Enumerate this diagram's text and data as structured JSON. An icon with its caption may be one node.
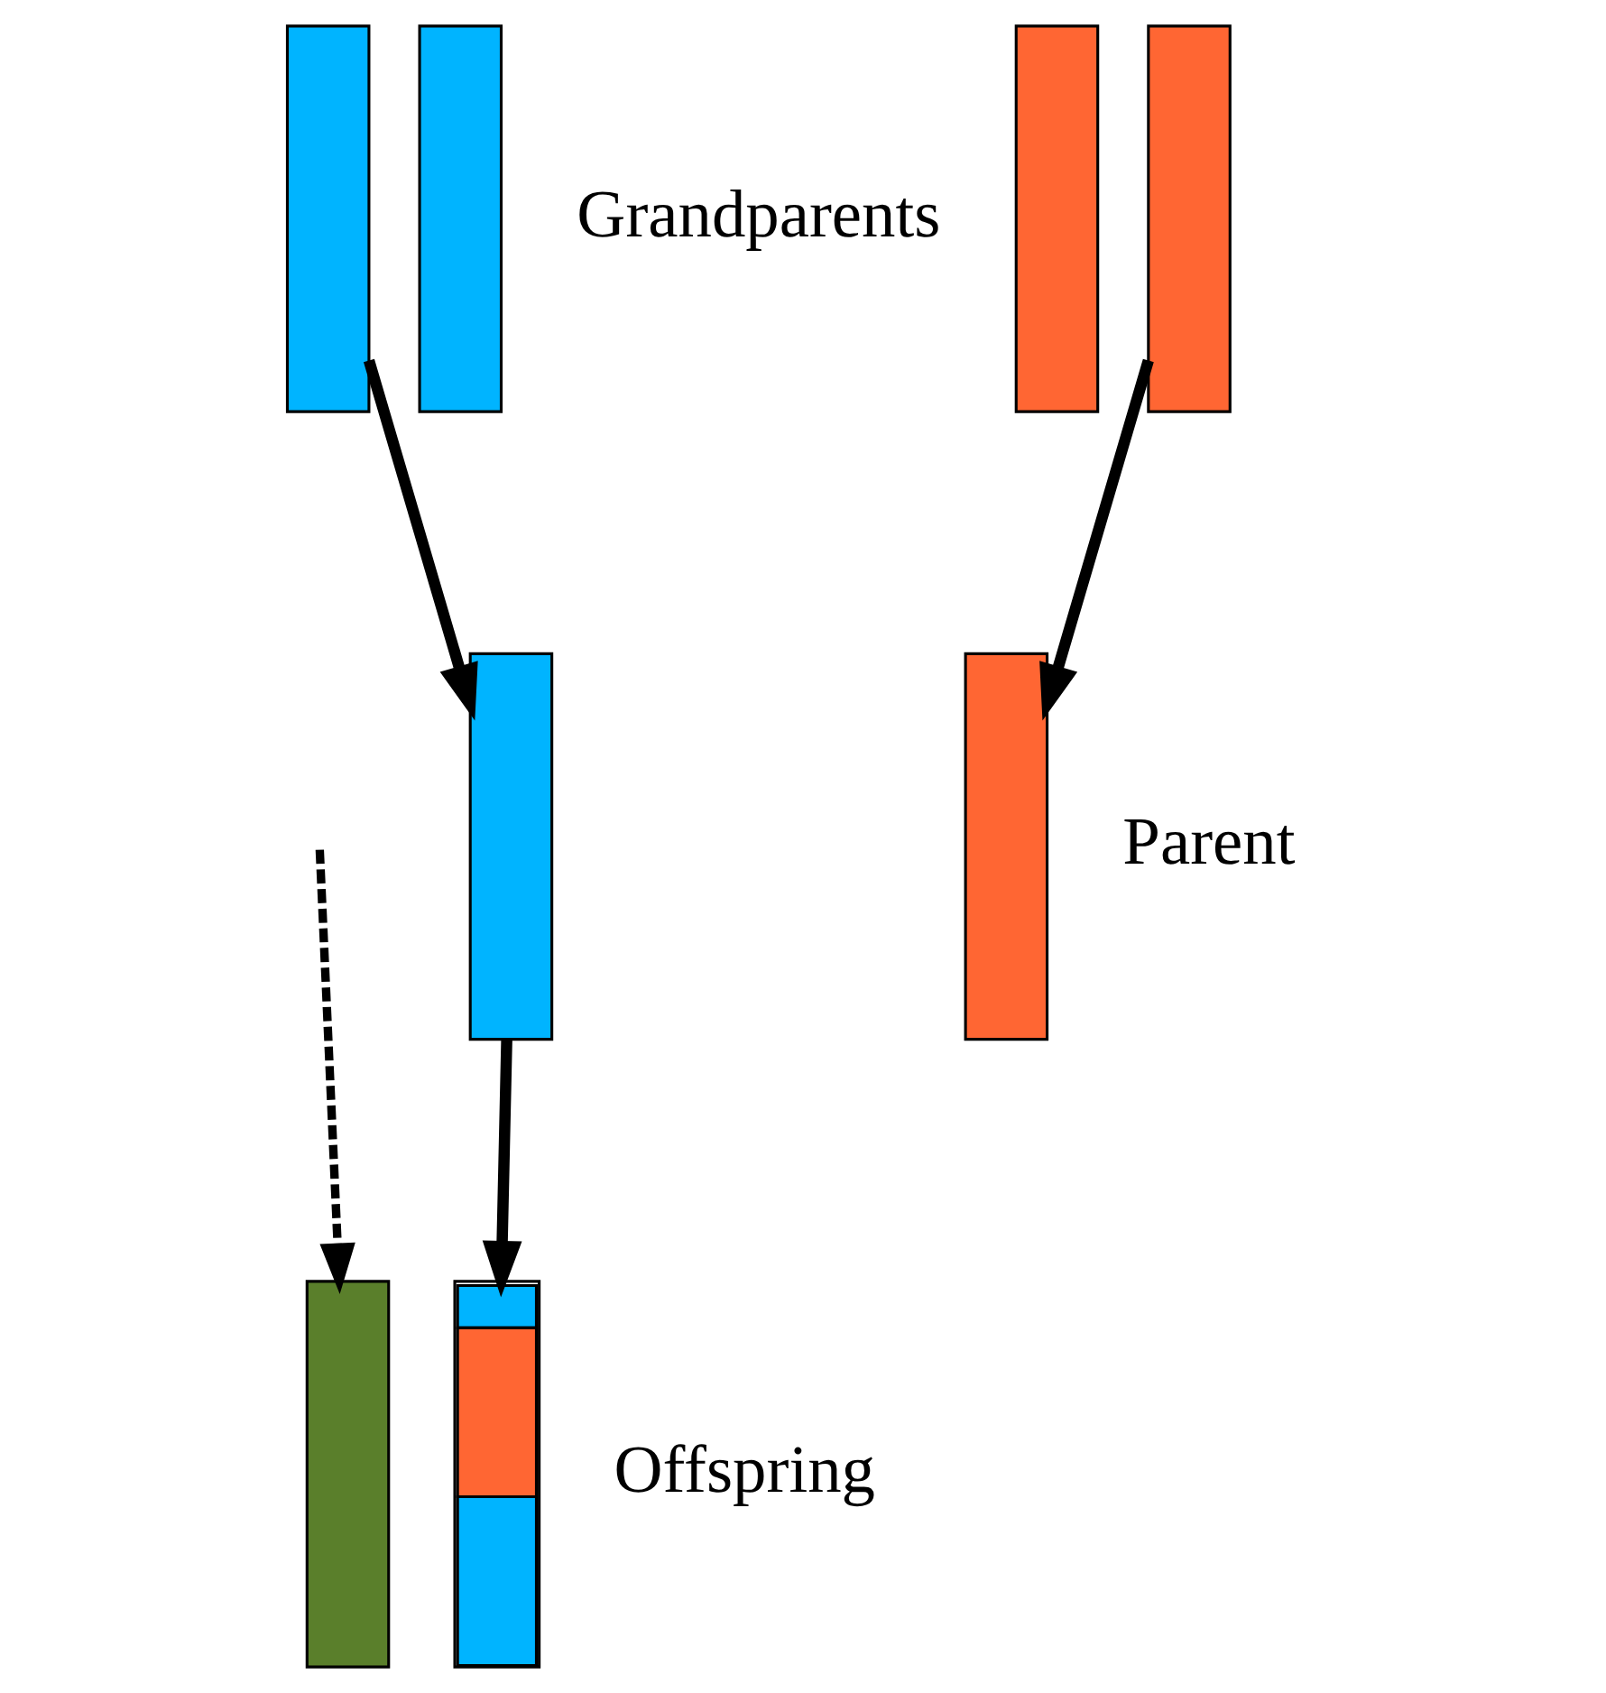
{
  "diagram": {
    "nodes": [
      {
        "text": [],
        "shape": "bar"
      },
      {
        "text": [],
        "shape": "bar"
      },
      {
        "text": [],
        "shape": "bar"
      },
      {
        "text": [],
        "shape": "bar"
      },
      {
        "text": [],
        "shape": "bar"
      },
      {
        "text": [],
        "shape": "bar",
        "beside": [
          "Parent"
        ]
      },
      {
        "text": [],
        "shape": "bar"
      },
      {
        "text": [],
        "shape": "bar",
        "beside": [
          "Offspring"
        ]
      }
    ],
    "edges": [
      {
        "from": 0,
        "to": 4,
        "arrow": "to"
      },
      {
        "from": 3,
        "to": 5,
        "arrow": "to"
      },
      {
        "from": 4,
        "to": 7,
        "arrow": "to"
      },
      {
        "from": null,
        "to": 6,
        "arrow": "to",
        "style": "dashed"
      }
    ],
    "labels": [
      "Grandparents"
    ]
  }
}
